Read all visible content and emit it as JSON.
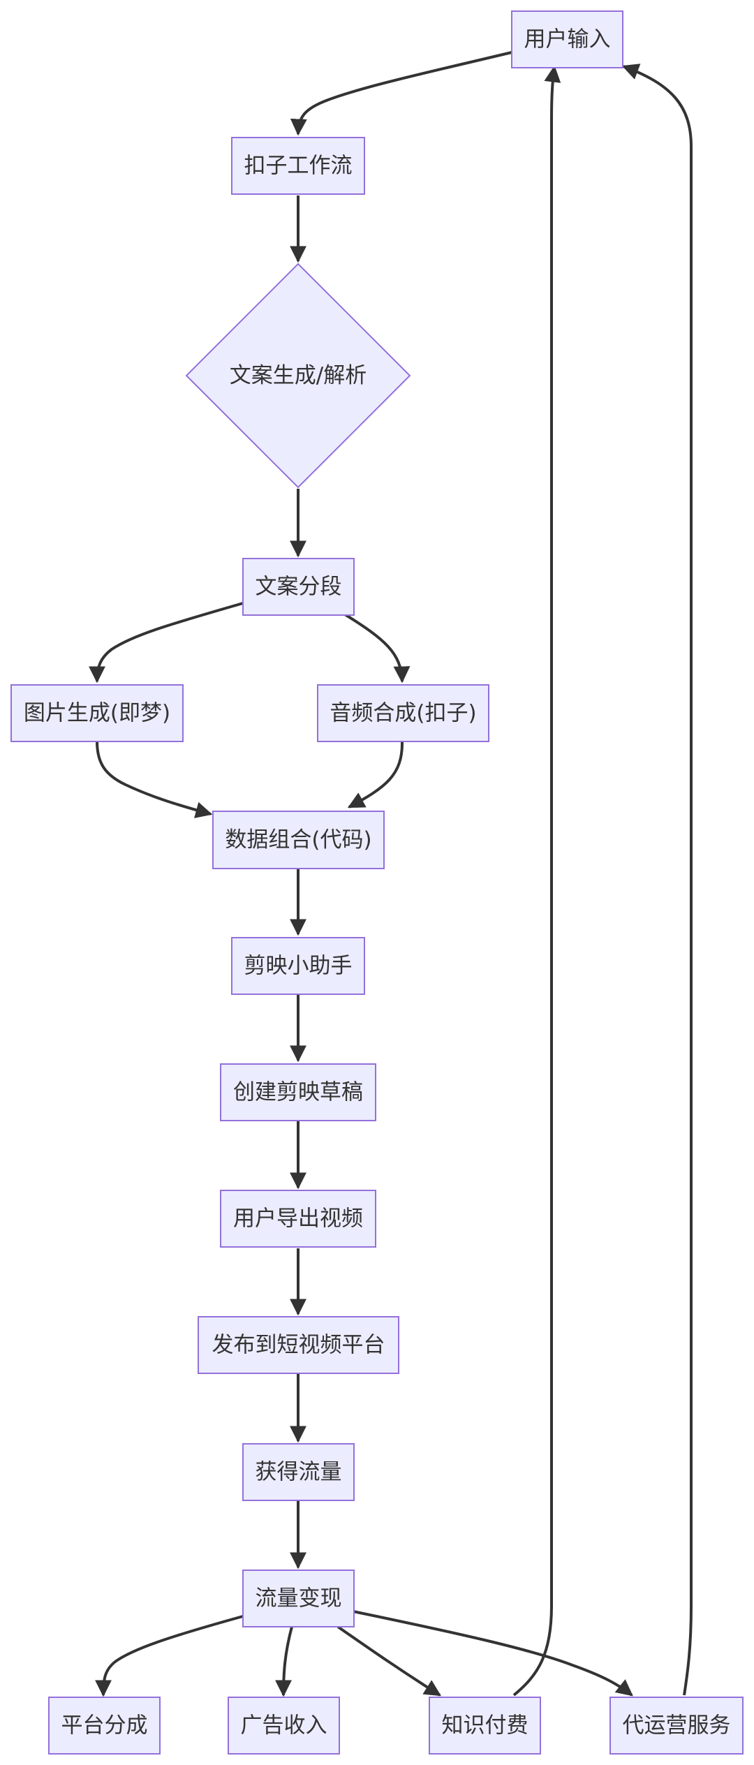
{
  "nodes": {
    "user_input": "用户输入",
    "coze_workflow": "扣子工作流",
    "copy_generate": "文案生成/解析",
    "copy_segment": "文案分段",
    "image_gen": "图片生成(即梦)",
    "audio_synth": "音频合成(扣子)",
    "data_combine": "数据组合(代码)",
    "jianying_helper": "剪映小助手",
    "create_draft": "创建剪映草稿",
    "export_video": "用户导出视频",
    "publish": "发布到短视频平台",
    "get_traffic": "获得流量",
    "monetize": "流量变现",
    "platform_share": "平台分成",
    "ad_income": "广告收入",
    "knowledge_pay": "知识付费",
    "agency_service": "代运营服务"
  },
  "colors": {
    "node_fill": "#ECECFF",
    "node_stroke": "#9370DB",
    "edge": "#333333",
    "text": "#333333"
  }
}
